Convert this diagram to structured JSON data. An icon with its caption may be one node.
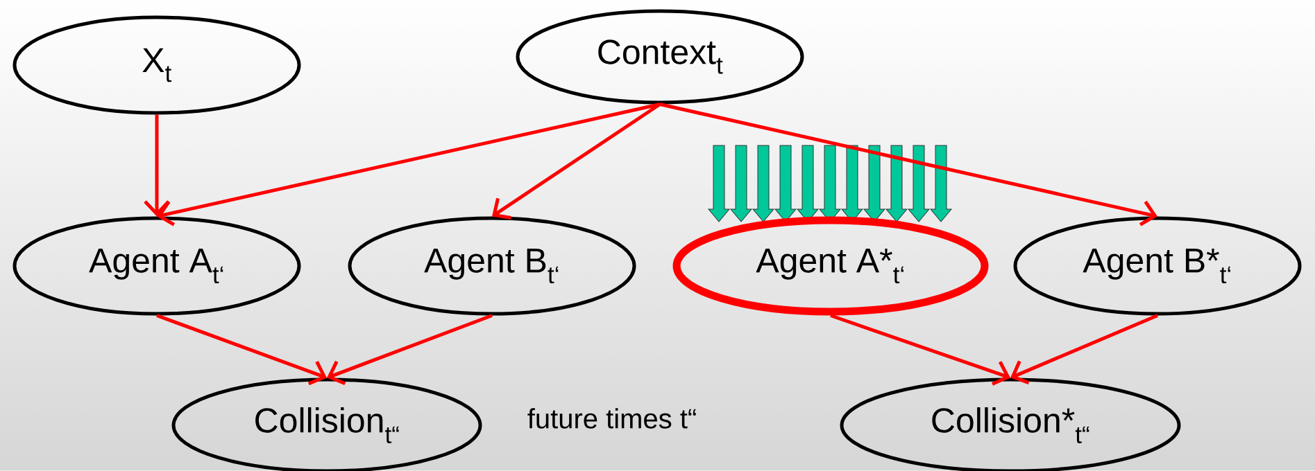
{
  "diagram": {
    "nodes": [
      {
        "text": [
          "X$_{t}$"
        ]
      },
      {
        "text": [
          "Context$_{t}$"
        ]
      },
      {
        "text": [
          "Agent A$_{t‘}$"
        ]
      },
      {
        "text": [
          "Agent B$_{t‘}$"
        ]
      },
      {
        "text": [
          "Agent A*$_{t‘}$"
        ]
      },
      {
        "text": [
          "Agent B*$_{t‘}$"
        ]
      },
      {
        "text": [
          "Collision$_{t“}$"
        ]
      },
      {
        "text": [
          "Collision*$_{t“}$"
        ]
      }
    ],
    "edges": [
      {
        "from": 0,
        "to": 2,
        "arrow": "to"
      },
      {
        "from": 1,
        "to": 2,
        "arrow": "to"
      },
      {
        "from": 1,
        "to": 3,
        "arrow": "to"
      },
      {
        "from": 1,
        "to": 5,
        "arrow": "to"
      },
      {
        "from": 2,
        "to": 6,
        "arrow": "to"
      },
      {
        "from": 3,
        "to": 6,
        "arrow": "to"
      },
      {
        "from": 4,
        "to": 7,
        "arrow": "to"
      },
      {
        "from": 5,
        "to": 7,
        "arrow": "to"
      }
    ],
    "labels": [
      "future times t“"
    ]
  }
}
